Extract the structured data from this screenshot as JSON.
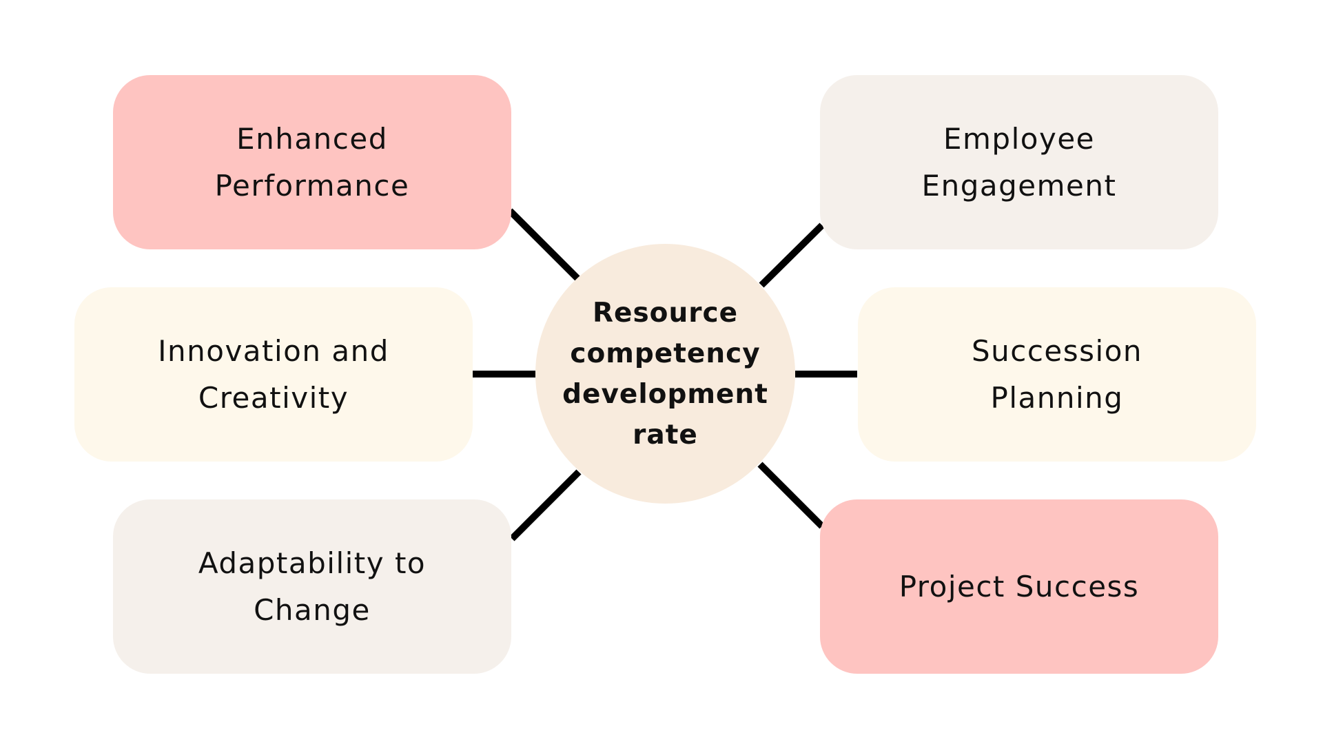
{
  "center": {
    "label": "Resource competency development rate",
    "color": "#f8ebdd"
  },
  "nodes": [
    {
      "label": "Enhanced Performance",
      "color": "#fec4c1"
    },
    {
      "label": "Employee Engagement",
      "color": "#f5f0eb"
    },
    {
      "label": "Innovation and Creativity",
      "color": "#fef8eb"
    },
    {
      "label": "Succession Planning",
      "color": "#fef8eb"
    },
    {
      "label": "Adaptability to Change",
      "color": "#f5f0eb"
    },
    {
      "label": "Project Success",
      "color": "#fec4c1"
    }
  ],
  "connector_color": "#000000"
}
